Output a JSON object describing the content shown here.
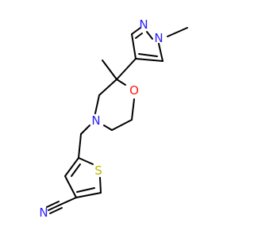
{
  "molecule": {
    "atom_labels": {
      "pyrazole_n_methyl": "N",
      "pyrazole_n2": "N",
      "morpholine_o": "O",
      "morpholine_n": "N",
      "thiophene_s": "S",
      "nitrile_n": "N"
    },
    "colors": {
      "bond": "#000000",
      "nitrogen": "#2b1ff5",
      "oxygen": "#ff1b0f",
      "sulfur": "#b8b800"
    }
  }
}
